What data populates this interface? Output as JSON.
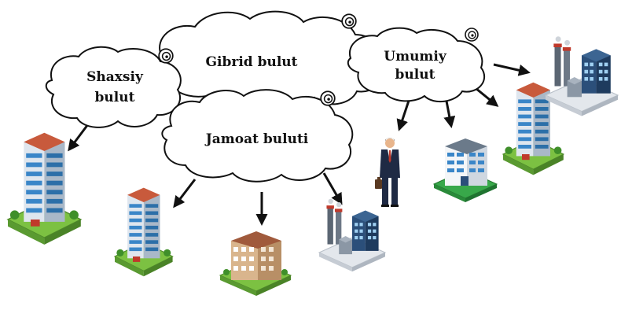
{
  "clouds": {
    "private": {
      "line1": "Shaxsiy",
      "line2": "bulut"
    },
    "hybrid": {
      "label": "Gibrid  bulut"
    },
    "public": {
      "line1": "Umumiy",
      "line2": "bulut"
    },
    "community": {
      "label": "Jamoat buluti"
    }
  },
  "colors": {
    "cloud_fill": "#ffffff",
    "cloud_stroke": "#111111",
    "arrow": "#111111",
    "glass": "#3a86c8",
    "grass": "#7cc142",
    "ground": "#d9dde3",
    "brick": "#c8a27a",
    "factory": "#7a8796",
    "suit": "#1f2a44"
  },
  "icons": [
    "office-building-icon",
    "factory-icon",
    "apartment-building-icon",
    "businessman-icon",
    "swirl-icon"
  ]
}
